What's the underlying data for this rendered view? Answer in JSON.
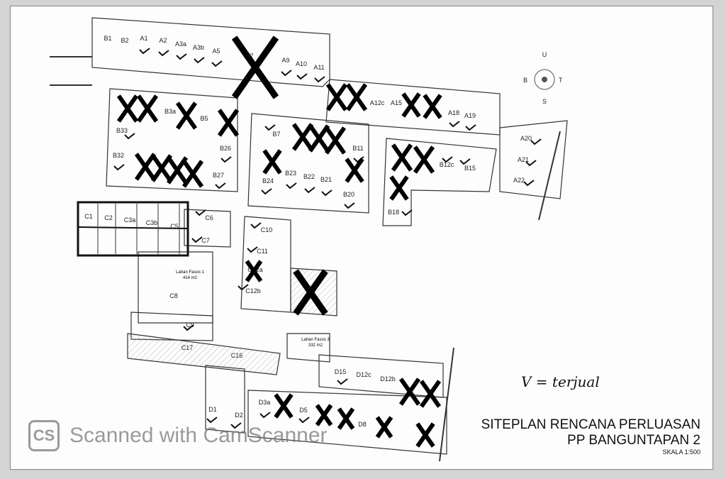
{
  "title": {
    "line1": "SITEPLAN RENCANA PERLUASAN",
    "line2": "PP BANGUNTAPAN 2",
    "scale": "SKALA 1:500"
  },
  "legend": {
    "text": "V = terjual"
  },
  "compass": {
    "north": "U",
    "south": "S",
    "east": "T",
    "west": "B"
  },
  "watermark": {
    "logo": "CS",
    "text": "Scanned with CamScanner"
  },
  "lots": [
    "B1",
    "B2",
    "A1",
    "A2",
    "A3a",
    "A3b",
    "A5",
    "A7",
    "A9",
    "A10",
    "A11",
    "A12c",
    "A15",
    "A18",
    "A19",
    "A20",
    "A21",
    "A22",
    "B3a",
    "B5",
    "B33",
    "B32",
    "B26",
    "B27",
    "B7",
    "B11",
    "B23",
    "B22",
    "B21",
    "B20",
    "B24",
    "B12c",
    "B15",
    "B18",
    "C1",
    "C2",
    "C3a",
    "C3b",
    "C5",
    "C6",
    "C7",
    "C10",
    "C11",
    "C12a",
    "C12b",
    "C8",
    "C9",
    "C17",
    "C16",
    "D1",
    "D2",
    "D3a",
    "D5",
    "D8",
    "D15",
    "D12c",
    "D12b"
  ],
  "facilities": [
    {
      "name": "Lahan Fasos 1",
      "area": "414 m2"
    },
    {
      "name": "Lahan Fasos 3",
      "area": "332 m2"
    }
  ],
  "colors": {
    "ink": "#111111",
    "hatch": "#bbbbbb",
    "paper": "#fdfdfd"
  }
}
